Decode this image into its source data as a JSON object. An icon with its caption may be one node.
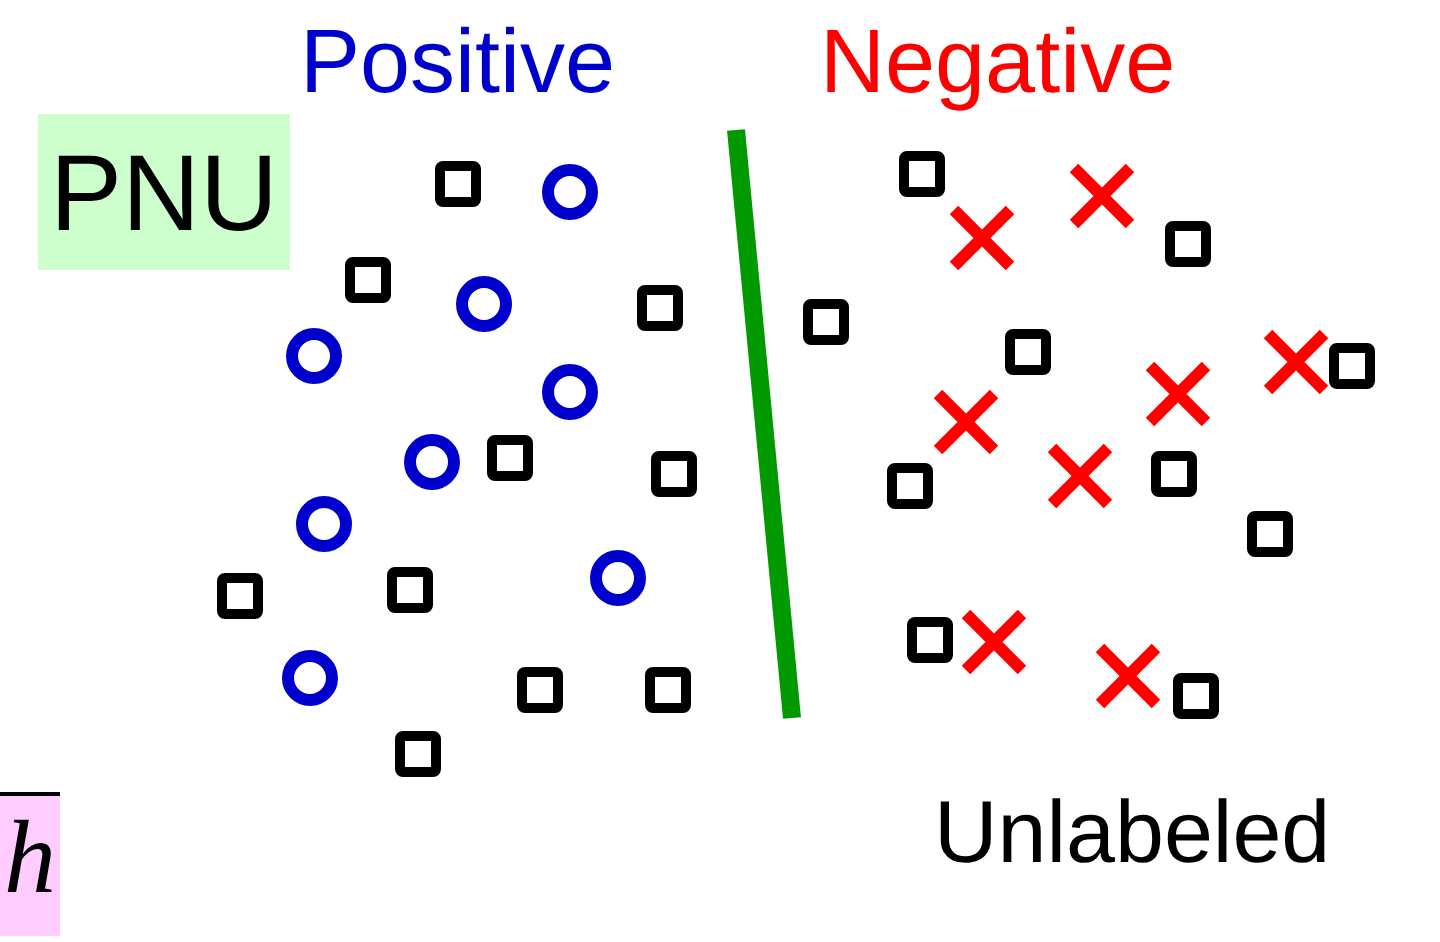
{
  "diagram": {
    "labels": [
      "Positive",
      "Negative",
      "PNU",
      "Unlabeled",
      "h"
    ]
  }
}
